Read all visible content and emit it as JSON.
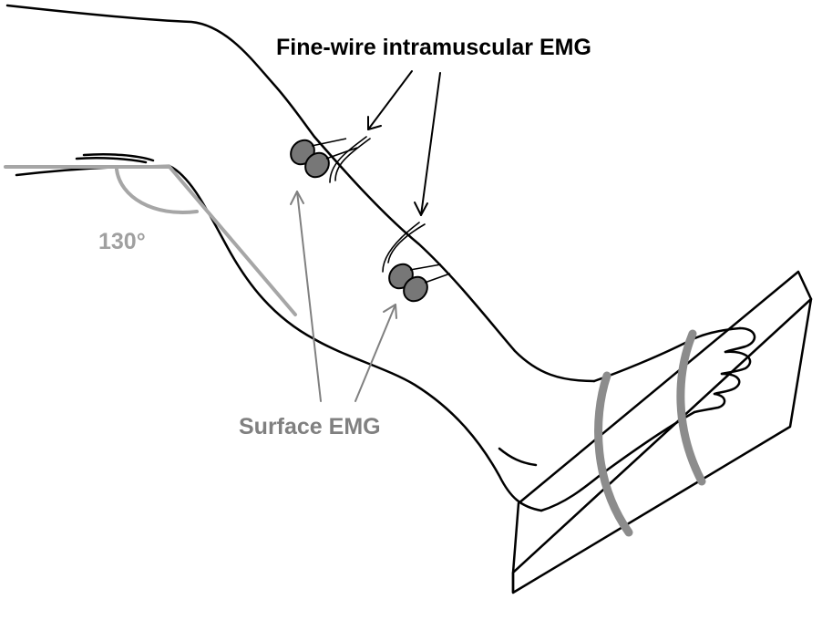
{
  "labels": {
    "fine_wire": "Fine-wire intramuscular EMG",
    "surface": "Surface EMG",
    "angle": "130°"
  },
  "colors": {
    "line": "#000000",
    "gray_line": "#a6a6a6",
    "electrode": "#777777",
    "strap": "#8c8c8c",
    "surface_label": "#808080",
    "angle_label": "#a0a0a0",
    "background": "#ffffff"
  }
}
